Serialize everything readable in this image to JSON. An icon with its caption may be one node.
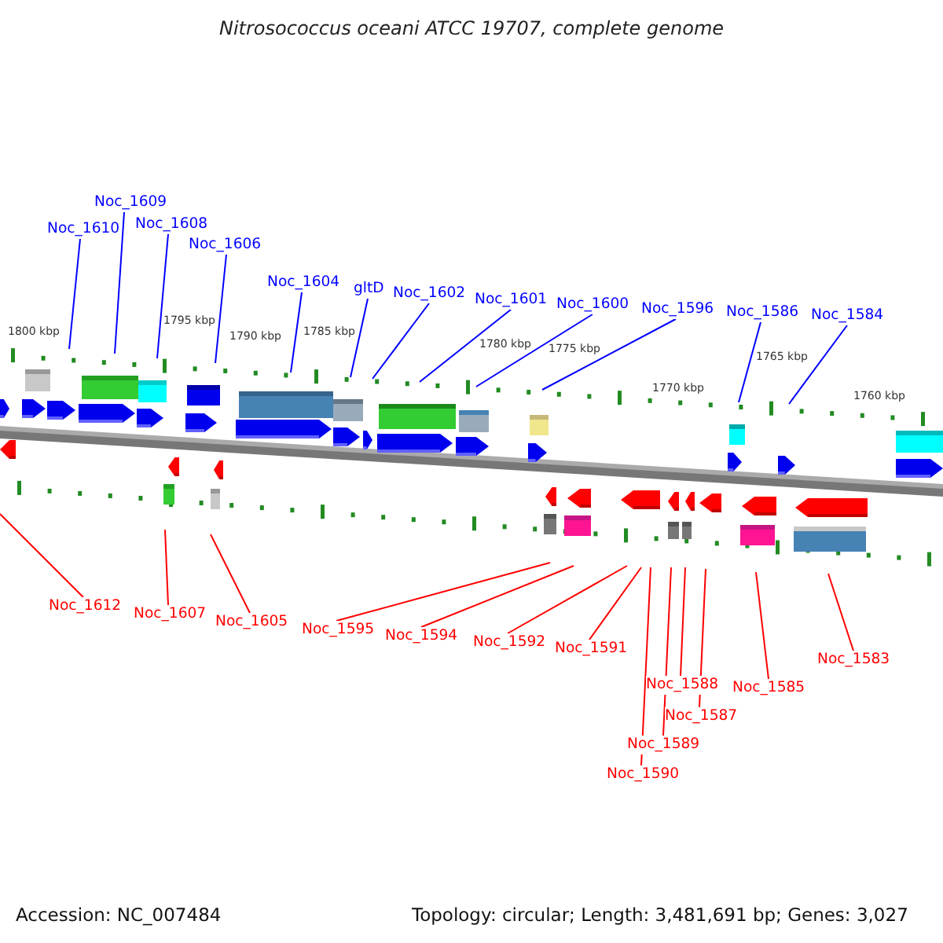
{
  "diagram": {
    "title": "Nitrosococcus oceani ATCC 19707, complete genome",
    "nodes": [
      {
        "text": [
          "Noc_1609"
        ]
      },
      {
        "text": [
          "Noc_1608"
        ]
      },
      {
        "text": [
          "Noc_1610"
        ]
      },
      {
        "text": [
          "Noc_1606"
        ]
      },
      {
        "text": [
          "Noc_1604"
        ]
      },
      {
        "text": [
          "gltD"
        ]
      },
      {
        "text": [
          "Noc_1602"
        ]
      },
      {
        "text": [
          "Noc_1601"
        ]
      },
      {
        "text": [
          "Noc_1600"
        ]
      },
      {
        "text": [
          "Noc_1596"
        ]
      },
      {
        "text": [
          "Noc_1586"
        ]
      },
      {
        "text": [
          "Noc_1584"
        ]
      },
      {
        "text": [
          "Noc_1612"
        ]
      },
      {
        "text": [
          "Noc_1607"
        ]
      },
      {
        "text": [
          "Noc_1605"
        ]
      },
      {
        "text": [
          "Noc_1595"
        ]
      },
      {
        "text": [
          "Noc_1594"
        ]
      },
      {
        "text": [
          "Noc_1592"
        ]
      },
      {
        "text": [
          "Noc_1591"
        ]
      },
      {
        "text": [
          "Noc_1583"
        ]
      },
      {
        "text": [
          "Noc_1588"
        ]
      },
      {
        "text": [
          "Noc_1585"
        ]
      },
      {
        "text": [
          "Noc_1587"
        ]
      },
      {
        "text": [
          "Noc_1589"
        ]
      },
      {
        "text": [
          "Noc_1590"
        ]
      }
    ],
    "edges": [
      {
        "from": 0,
        "to": null,
        "arrow": "none",
        "color": "#0000ff"
      },
      {
        "from": 1,
        "to": null,
        "arrow": "none",
        "color": "#0000ff"
      },
      {
        "from": 2,
        "to": null,
        "arrow": "none",
        "color": "#0000ff"
      },
      {
        "from": 3,
        "to": null,
        "arrow": "none",
        "color": "#0000ff"
      },
      {
        "from": 4,
        "to": null,
        "arrow": "none",
        "color": "#0000ff"
      },
      {
        "from": 5,
        "to": null,
        "arrow": "none",
        "color": "#0000ff"
      },
      {
        "from": 6,
        "to": null,
        "arrow": "none",
        "color": "#0000ff"
      },
      {
        "from": 7,
        "to": null,
        "arrow": "none",
        "color": "#0000ff"
      },
      {
        "from": 8,
        "to": null,
        "arrow": "none",
        "color": "#0000ff"
      },
      {
        "from": 9,
        "to": null,
        "arrow": "none",
        "color": "#0000ff"
      },
      {
        "from": 10,
        "to": null,
        "arrow": "none",
        "color": "#0000ff"
      },
      {
        "from": 11,
        "to": null,
        "arrow": "none",
        "color": "#0000ff"
      },
      {
        "from": 12,
        "to": null,
        "arrow": "none",
        "color": "#ff0000"
      },
      {
        "from": 13,
        "to": null,
        "arrow": "none",
        "color": "#ff0000"
      },
      {
        "from": 14,
        "to": null,
        "arrow": "none",
        "color": "#ff0000"
      },
      {
        "from": 15,
        "to": null,
        "arrow": "none",
        "color": "#ff0000"
      },
      {
        "from": 16,
        "to": null,
        "arrow": "none",
        "color": "#ff0000"
      },
      {
        "from": 17,
        "to": null,
        "arrow": "none",
        "color": "#ff0000"
      },
      {
        "from": 18,
        "to": null,
        "arrow": "none",
        "color": "#ff0000"
      },
      {
        "from": 19,
        "to": null,
        "arrow": "none",
        "color": "#ff0000"
      },
      {
        "from": 20,
        "to": null,
        "arrow": "none",
        "color": "#ff0000"
      },
      {
        "from": 21,
        "to": null,
        "arrow": "none",
        "color": "#ff0000"
      },
      {
        "from": 22,
        "to": null,
        "arrow": "none",
        "color": "#ff0000"
      },
      {
        "from": 23,
        "to": null,
        "arrow": "none",
        "color": "#ff0000"
      },
      {
        "from": 24,
        "to": null,
        "arrow": "none",
        "color": "#ff0000"
      }
    ],
    "labels": [
      "1800 kbp",
      "1795 kbp",
      "1790 kbp",
      "1785 kbp",
      "1780 kbp",
      "1775 kbp",
      "1770 kbp",
      "1765 kbp",
      "1760 kbp",
      "Accession: NC_007484",
      "Topology: circular; Length: 3,481,691 bp; Genes: 3,027"
    ]
  }
}
